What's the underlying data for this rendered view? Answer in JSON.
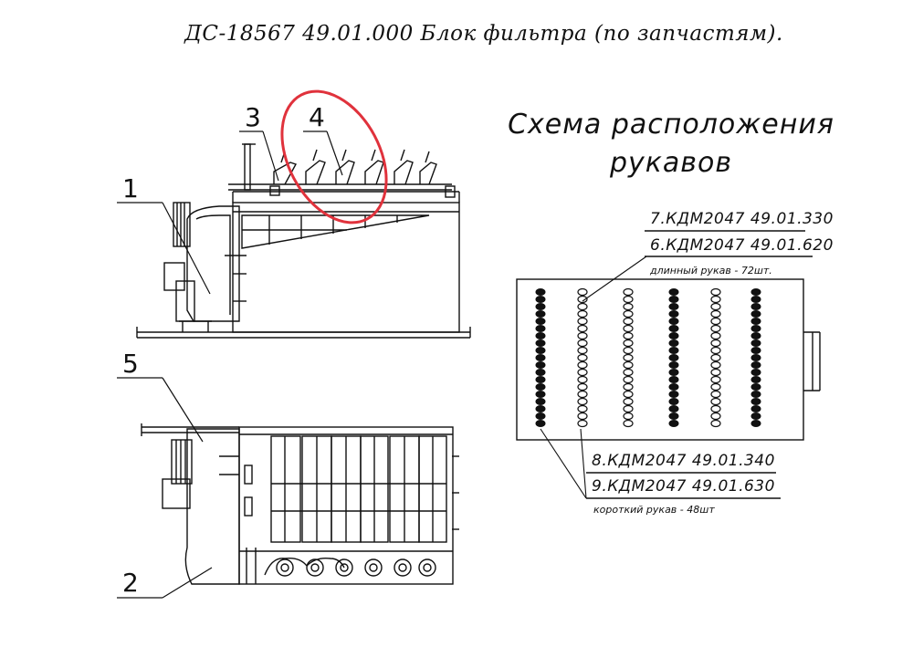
{
  "header": {
    "title": "ДС-18567 49.01.000 Блок фильтра (по запчастям)."
  },
  "scheme": {
    "title_line1": "Схема расположения",
    "title_line2": "рукавов"
  },
  "callouts": {
    "c1": "1",
    "c2": "2",
    "c3": "3",
    "c4": "4",
    "c5": "5"
  },
  "parts": {
    "p7": "7.КДМ2047 49.01.330",
    "p6": "6.КДМ2047 49.01.620",
    "long_note": "длинный рукав - 72шт.",
    "p8": "8.КДМ2047 49.01.340",
    "p9": "9.КДМ2047 49.01.630",
    "short_note": "короткий рукав - 48шт"
  },
  "colors": {
    "highlight": "#e0323c",
    "ink": "#111111"
  }
}
